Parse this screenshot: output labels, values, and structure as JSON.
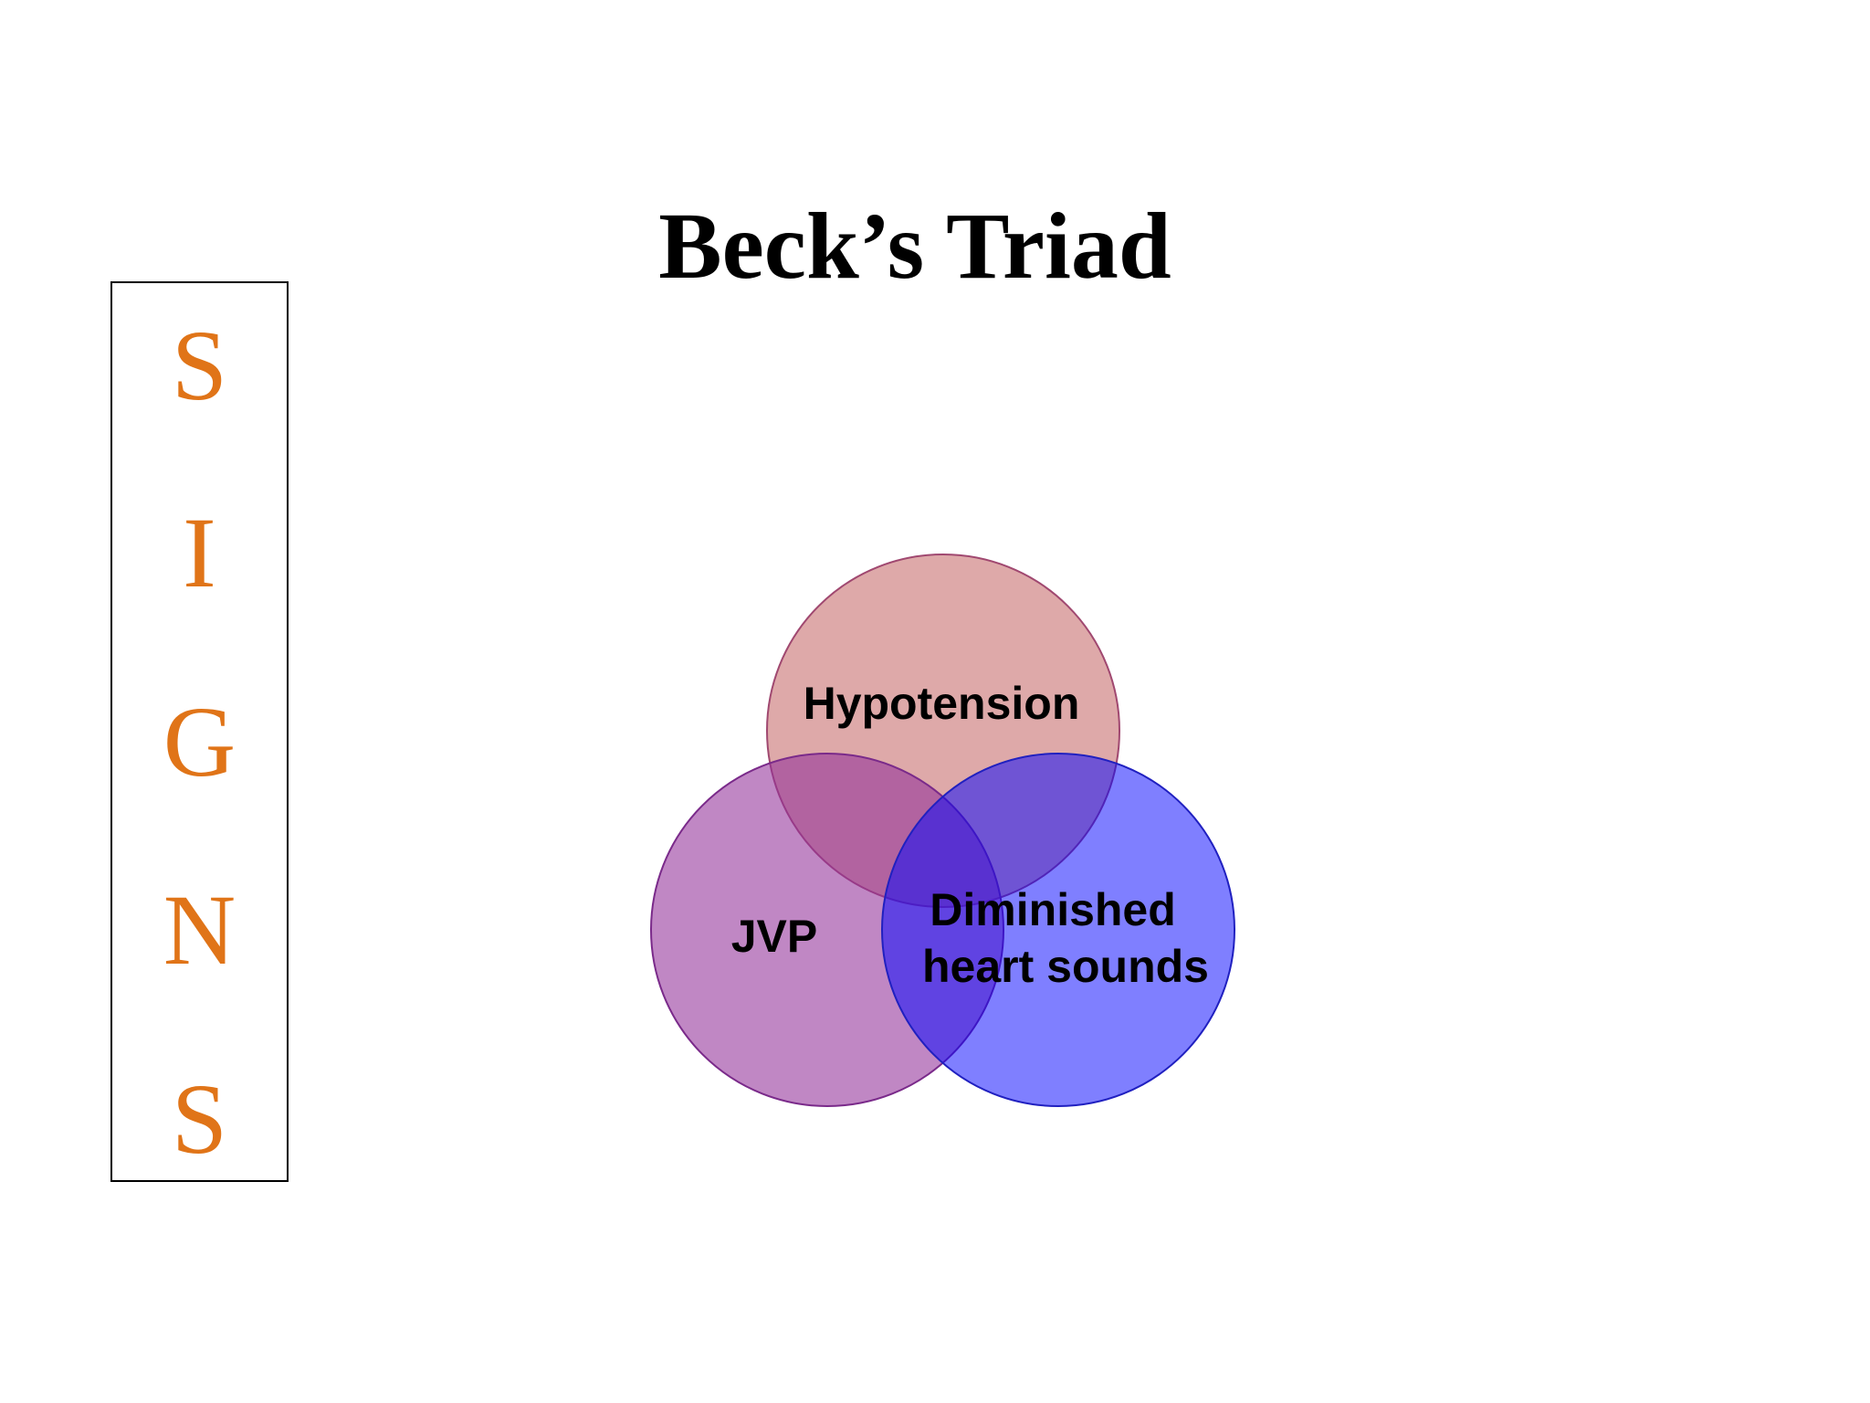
{
  "slide": {
    "title": "Beck’s Triad"
  },
  "signs_box": {
    "letters": [
      "S",
      "I",
      "G",
      "N",
      "S"
    ],
    "letter_color": "#e07418"
  },
  "venn": {
    "circles": [
      {
        "id": "hypotension",
        "lines": [
          "Hypotension"
        ],
        "fill": "#c76a6a",
        "stroke": "#a04870"
      },
      {
        "id": "jvp",
        "lines": [
          "JVP"
        ],
        "fill": "#93319a",
        "stroke": "#7a2a8a"
      },
      {
        "id": "diminished-heart-sounds",
        "lines": [
          "Diminished",
          "heart sounds"
        ],
        "fill": "#0000ff",
        "stroke": "#2020c0"
      }
    ]
  }
}
